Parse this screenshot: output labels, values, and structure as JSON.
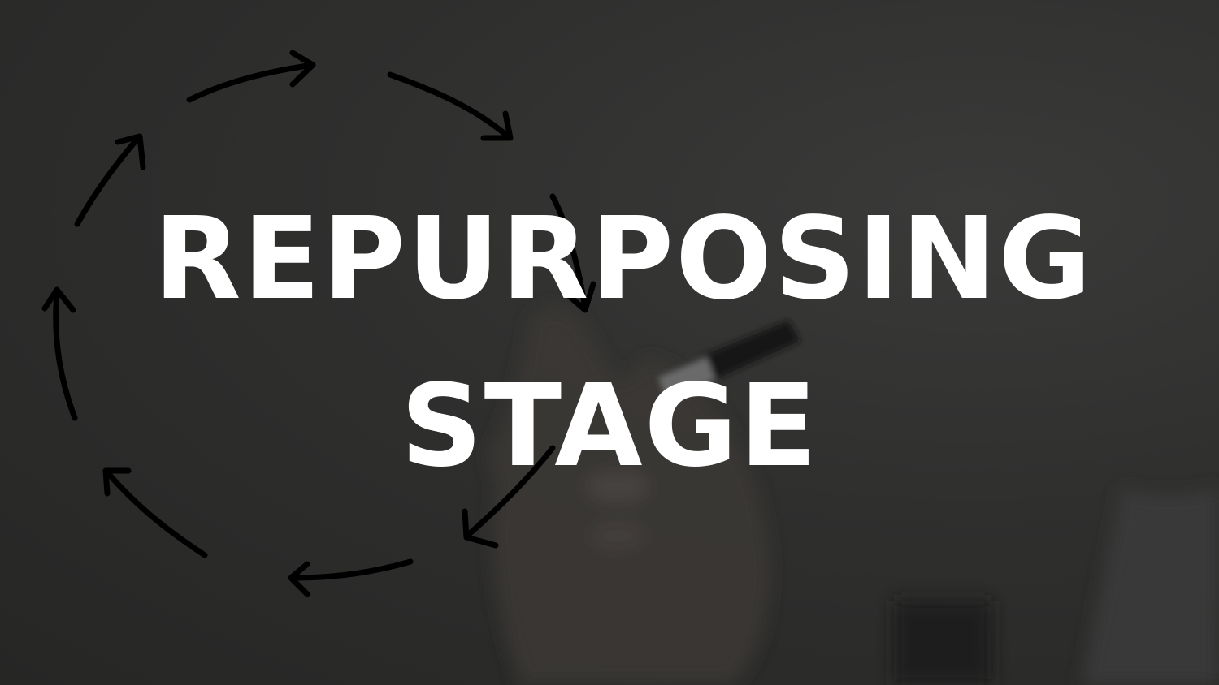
{
  "title": {
    "line1": "REPURPOSING",
    "line2": "STAGE"
  },
  "colors": {
    "background": "#2f2f2e",
    "text": "#ffffff",
    "arrows": "#000000"
  },
  "icons": [
    "circular-arrows-icon",
    "hand-holding-marker-image"
  ]
}
